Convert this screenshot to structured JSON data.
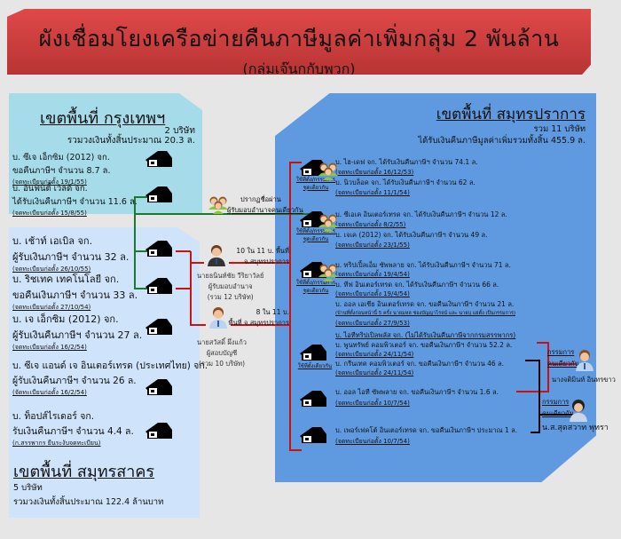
{
  "title": {
    "main": "ผังเชื่อมโยงเครือข่ายคืนภาษีมูลค่าเพิ่มกลุ่ม 2 พันล้าน",
    "sub": "(กลุ่มเจ๊นกกับพวก)"
  },
  "bangkok": {
    "heading": "เขตพื้นที่ กรุงเทพฯ",
    "count": "2 บริษัท",
    "total": "รวมวงเงินทั้งสิ้นประมาณ 20.3 ล.",
    "companies": [
      {
        "name": "บ. ซีเจ เอ็กซิม (2012) จก.",
        "amount": "ขอคืนภาษีฯ จำนวน  8.7 ล.",
        "reg": "(จดทะเบียนก่อตั้ง 19/1/55)"
      },
      {
        "name": "บ. อินฟินิตี้ เวิลด์ จก.",
        "amount": "ได้รับเงินคืนภาษีฯ จำนวน 11.6 ล.",
        "reg": "(จดทะเบียนก่อตั้ง 15/8/55)"
      }
    ]
  },
  "sakhon": {
    "heading": "เขตพื้นที่ สมุทรสาคร",
    "count": "5 บริษัท",
    "total": "รวมวงเงินทั้งสิ้นประมาณ 122.4  ล้านบาท",
    "companies": [
      {
        "name": "บ. เช้าท์ เอเบิล จก.",
        "amount": "ผู้รับเงินภาษีฯ จำนวน 32 ล.",
        "reg": "(จดทะเบียนก่อตั้ง 26/10/55)"
      },
      {
        "name": "บ. ริชเทค เทคโนโลยี จก.",
        "amount": "ขอคืนเงินภาษีฯ จำนวน 33 ล.",
        "reg": "(จดทะเบียนก่อตั้ง 27/10/54)"
      },
      {
        "name": "บ. เจ เอ็กซิม (2012) จก.",
        "amount": "ผู้รับเงินคืนภาษีฯ จำนวน 27 ล.",
        "reg": "(จดทะเบียนก่อตั้ง 16/2/54)"
      },
      {
        "name": "บ. ซีเจ แอนด์ เจ อินเตอร์เทรด (ประเทศไทย) จก.",
        "amount": "ผู้รับเงินคืนภาษีฯ จำนวน 26 ล.",
        "reg": "(จัดทะเบียนก่อตั้ง 16/2/54)"
      },
      {
        "name": "บ. ท็อปส์ไรเดอร์ จก.",
        "amount": "รับเงินคืนภาษีฯ จำนวน 4.4 ล.",
        "reg": "(ก.สรรพากร ยืนระงับจดทะเบียน)"
      }
    ]
  },
  "middle": {
    "group": {
      "label1": "ปรากฏชื่อผ่าน",
      "label2": "ผู้รับมอบอำนาจคนเดียวกัน"
    },
    "person1": {
      "link1": "10 ใน 11 บ. พื้นที่",
      "link2": "จ.สมุทรปราการ",
      "name": "นายธนินท์ชัย วีริยาวัลย์",
      "role": "ผู้รับมอบอำนาจ",
      "count": "(รวม 12 บริษัท)"
    },
    "person2": {
      "link1": "8 ใน 11 บ.",
      "link2": "พื้นที่ จ.สมุทรปราการ",
      "name": "นายสวัสดิ์ ผึ่งแก้ว",
      "role": "ผู้สอบบัญชี",
      "count": "(รวม 10 บริษัท)"
    }
  },
  "samutprakan": {
    "heading": "เขตพื้นที่ สมุทรปราการ",
    "count": "รวม 11 บริษัท",
    "total": "ได้รับเงินคืนภาษีมูลค่าเพิ่มรวมทั้งสิ้น 455.9 ล.",
    "shared_label_a": "ใช้ที่ตั้ง/กรรมการ",
    "shared_label_b": "ชุดเดียวกัน",
    "shared_address": "ใช้ที่ตั้งเดียวกัน",
    "companies": [
      {
        "text": "บ. ไฮ-เดฟ จก. ได้รับเงินคืนภาษีฯ จำนวน 74.1 ล.",
        "reg": "(จดทะเบียนก่อตั้ง 16/12/53)"
      },
      {
        "text": "บ. นิวบล็อค จก. ได้รับเงินคืนภาษีฯ จำนวน 62 ล.",
        "reg": "(จดทะเบียนก่อตั้ง 11/1/54)"
      },
      {
        "text": "บ. ซีเอเค อินเตอร์เทรด จก. ได้รับเงินคืนภาษีฯ จำนวน 12 ล.",
        "reg": "(จดทะเบียนก่อตั้ง 8/2/55)"
      },
      {
        "text": "บ. เจเค (2012) จก. ได้รับเงินคืนภาษีฯ จำนวน 49 ล.",
        "reg": "(จดทะเบียนก่อตั้ง 23/1/55)"
      },
      {
        "text": "บ. ทริปเปิ้ลเอ็ม ซัพพลาย จก. ได้รับเงินคืนภาษีฯ จำนวน 71 ล.",
        "reg": "(จดทะเบียนก่อตั้ง 19/4/54)"
      },
      {
        "text": "บ. ทีฟ อินเตอร์เทรด จก. ได้รับเงินคืนภาษีฯ จำนวน 66 ล.",
        "reg": "(จดทะเบียนก่อตั้ง 19/4/54)"
      },
      {
        "text": "บ. ออล เอเชีย อินเตอร์เทรด จก. ขอคืนเงินภาษีฯ จำนวน 21 ล.",
        "note": "(บ้านที่ตั้งก่อนหน้านี้ 5 ครั้ง นายมหล ช่องบัญญาโรจน์ และ นายบุ แย่ตั้ง เป็นกรรมการ)",
        "reg": "(จดทะเบียนก่อตั้ง 27/9/53)"
      },
      {
        "text": "บ. ไอทีทริปเปิลพลัส จก. (ไม่ได้รับเงินคืนภาษีจากกรมสรรพากร)"
      },
      {
        "text": "บ. พูนทรัพย์ คอมพิวเตอร์ จก. ขอคืนเงินภาษีฯ จำนวน 52.2 ล.",
        "reg": "(จดทะเบียนก่อตั้ง 24/11/54)"
      },
      {
        "text": "บ. กรีนเทค คอมพิวเตอร์ จก. ขอคืนเงินภาษีฯ จำนวน 46 ล.",
        "reg": "(จดทะเบียนก่อตั้ง 24/11/54)"
      },
      {
        "text": "บ. ออล ไอที ซัพพลาย จก. ขอคืนเงินภาษีฯ จำนวน 1.6 ล.",
        "reg": "(จดทะเบียนก่อตั้ง 10/7/54)"
      },
      {
        "text": "บ. เพอร์เฟคโต้ อินเตอร์เทรด จก. ขอคืนเงินภาษีฯ ประมาณ 1 ล.",
        "reg": "(จดทะเบียนก่อตั้ง 10/7/54)"
      }
    ],
    "director1": {
      "label1": "กรรมการ",
      "label2": "คนเดียวกัน",
      "name": "นางจติมินท์ อินทรขาว"
    },
    "director2": {
      "label1": "กรรมการ",
      "label2": "คนเดียวกัน",
      "name": "น.ส.สุดสวาท พุทรา"
    }
  },
  "colors": {
    "title": "#d24040",
    "bangkok": "#a6dcea",
    "sakhon": "#cfe3fa",
    "samutprakan": "#5f9ae0",
    "link_green": "#1a7a2e",
    "link_red": "#cc1111",
    "link_black": "#000000"
  }
}
